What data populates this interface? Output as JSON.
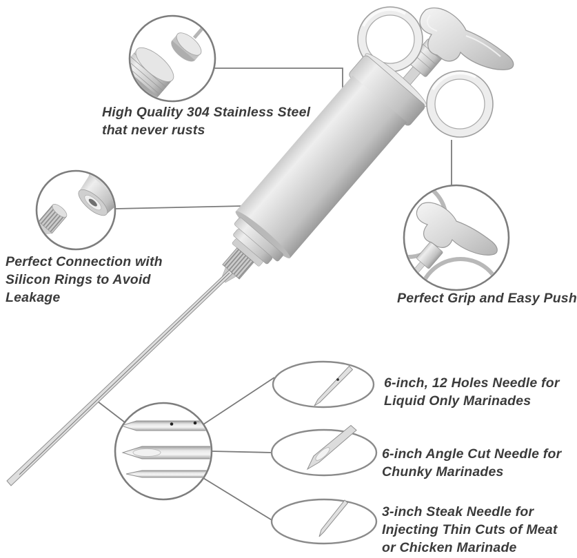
{
  "product": "stainless steel meat marinade injector annotated diagram",
  "labels": {
    "stainless": {
      "lines": [
        "High Quality 304 Stainless Steel",
        "that never rusts"
      ]
    },
    "connection": {
      "lines": [
        "Perfect Connection with",
        "Silicon Rings to Avoid",
        "Leakage"
      ]
    },
    "grip": {
      "lines": [
        "Perfect Grip and Easy Push"
      ]
    },
    "needle_12hole": {
      "lines": [
        "6-inch, 12 Holes Needle for",
        "Liquid Only Marinades"
      ]
    },
    "needle_anglecut": {
      "lines": [
        "6-inch Angle Cut Needle for",
        "Chunky Marinades"
      ]
    },
    "needle_steak": {
      "lines": [
        "3-inch Steak Needle for",
        "Injecting Thin Cuts of Meat",
        "or Chicken Marinade"
      ]
    }
  },
  "colors": {
    "background": "#ffffff",
    "text": "#3b3b3b",
    "connector_line": "#7a7a7a",
    "callout_stroke": "#7d7d7d",
    "steel_light": "#eeeeee",
    "steel_dark": "#858585"
  }
}
